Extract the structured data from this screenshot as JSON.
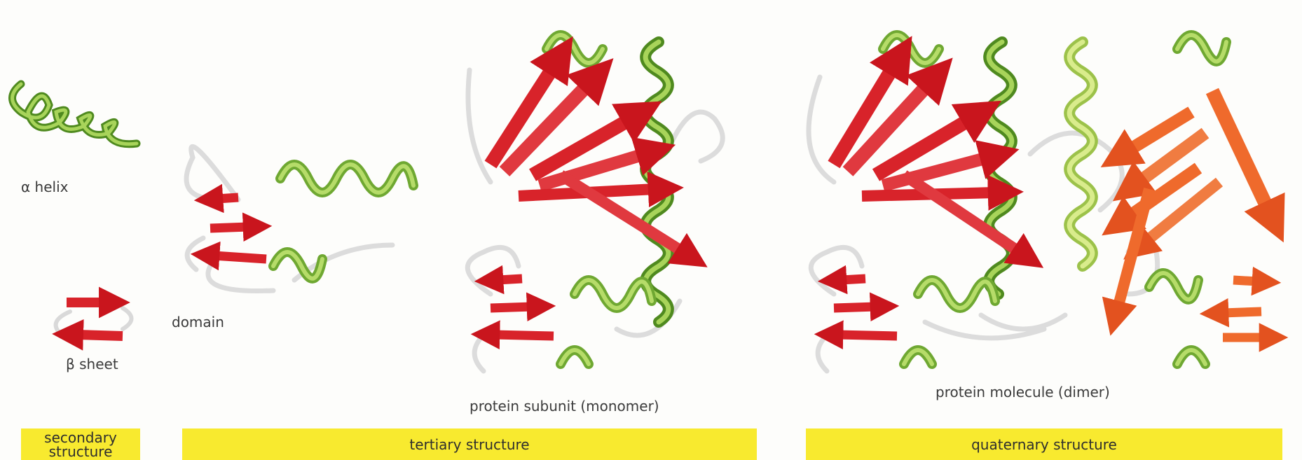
{
  "labels": {
    "alpha_helix": "α helix",
    "beta_sheet": "β sheet",
    "domain": "domain",
    "monomer": "protein subunit (monomer)",
    "dimer": "protein molecule (dimer)"
  },
  "bars": {
    "secondary_line1": "secondary",
    "secondary_line2": "structure",
    "tertiary": "tertiary structure",
    "quaternary": "quaternary structure"
  },
  "colors": {
    "helix_green": "#8cc63f",
    "helix_dark": "#4f8a1f",
    "strand_red": "#d8232a",
    "strand_orange": "#ef6a2c",
    "loop": "#e6e6e6",
    "bar_yellow": "#f8ea2f"
  }
}
